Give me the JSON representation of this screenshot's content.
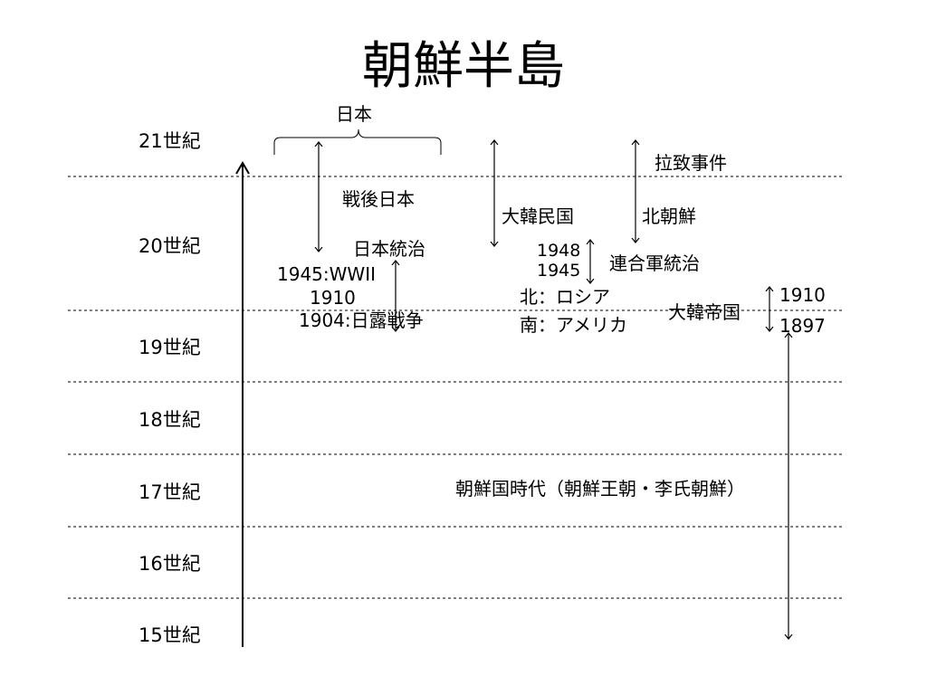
{
  "title": "朝鮮半島",
  "centuries": [
    "21世紀",
    "20世紀",
    "19世紀",
    "18世紀",
    "17世紀",
    "16世紀",
    "15世紀"
  ],
  "labels": {
    "japan": "日本",
    "postwar_japan": "戦後日本",
    "japanese_rule": "日本統治",
    "year_1945_wwii": "1945:WWII",
    "year_1910_left": "1910",
    "year_1904_war": "1904:日露戦争",
    "republic_of_korea": "大韓民国",
    "north_korea": "北朝鮮",
    "abduction_issue": "拉致事件",
    "year_1948": "1948",
    "year_1945_mid": "1945",
    "allied_rule": "連合軍統治",
    "north_russia": "北：ロシア",
    "south_america": "南：アメリカ",
    "korean_empire": "大韓帝国",
    "year_1910_right": "1910",
    "year_1897": "1897",
    "joseon_era": "朝鮮国時代（朝鮮王朝・李氏朝鮮）"
  }
}
